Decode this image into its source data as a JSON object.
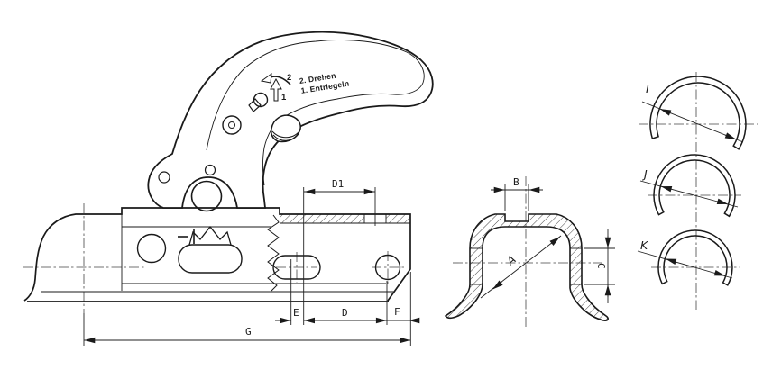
{
  "colors": {
    "line": "#1a1a1a",
    "background": "#ffffff"
  },
  "side_view": {
    "markers": {
      "rotate": "2",
      "unlock": "1"
    },
    "instructions": {
      "line1": "2. Drehen",
      "line2": "1. Entriegeln"
    },
    "dimensions": {
      "d1": "D1",
      "e": "E",
      "d": "D",
      "f": "F",
      "g": "G"
    }
  },
  "section_view": {
    "dimensions": {
      "b": "B",
      "a": "A",
      "c": "C"
    }
  },
  "rings": [
    {
      "label": "I"
    },
    {
      "label": "J"
    },
    {
      "label": "K"
    }
  ]
}
